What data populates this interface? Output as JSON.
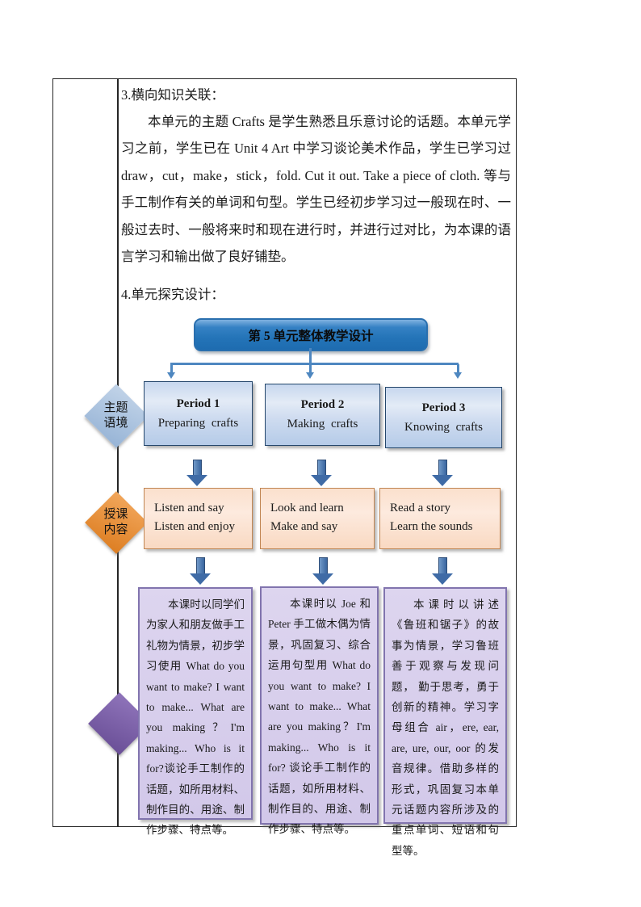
{
  "document": {
    "section3_heading": "3.横向知识关联：",
    "section3_paragraph": "本单元的主题 Crafts 是学生熟悉且乐意讨论的话题。本单元学习之前，学生已在 Unit 4 Art 中学习谈论美术作品，学生已学习过 draw，cut，make，stick，fold. Cut it out. Take a piece of cloth. 等与手工制作有关的单词和句型。学生已经初步学习过一般现在时、一般过去时、一般将来时和现在进行时，并进行过对比，为本课的语言学习和输出做了良好铺垫。",
    "section4_heading": "4.单元探究设计："
  },
  "diagram": {
    "title": "第 5 单元整体教学设计",
    "labels": {
      "theme": {
        "line1": "主题",
        "line2": "语境"
      },
      "content": {
        "line1": "授课",
        "line2": "内容"
      }
    },
    "periods": [
      {
        "title": "Period 1",
        "subtitle": "Preparing crafts"
      },
      {
        "title": "Period 2",
        "subtitle": "Making crafts"
      },
      {
        "title": "Period 3",
        "subtitle": "Knowing crafts"
      }
    ],
    "contents": [
      {
        "line1": "Listen and say",
        "line2": "Listen and enjoy"
      },
      {
        "line1": "Look and learn",
        "line2": "Make and say"
      },
      {
        "line1": "Read a story",
        "line2": "Learn the sounds"
      }
    ],
    "details": [
      "本课时以同学们为家人和朋友做手工礼物为情景，初步学习使用 What do you want to make? I want to make... What are you making？I'm making... Who is it for?谈论手工制作的话题，如所用材料、制作目的、用途、制作步骤、特点等。",
      "本课时以 Joe 和 Peter 手工做木偶为情景，巩固复习、综合运用句型用 What do you want to make? I want to make... What are you making？I'm making... Who is it for? 谈论手工制作的话题，如所用材料、制作目的、用途、制作步骤、特点等。",
      "本课时以讲述《鲁班和锯子》的故事为情景，学习鲁班善于观察与发现问题， 勤于思考，勇于创新的精神。学习字母组合 air，ere, ear, are, ure, our, oor 的发音规律。借助多样的形式，巩固复习本单元话题内容所涉及的重点单词、短语和句型等。"
    ],
    "colors": {
      "title_blue": "#2474b8",
      "connector_blue": "#4e87c0",
      "period_box_blue": "#b5cbe8",
      "content_box_peach": "#fbe0cd",
      "detail_box_purple": "#d2c8e9",
      "detail_border_purple": "#8174ae",
      "theme_diamond_blue": "#a6c1de",
      "content_diamond_orange": "#e98d3d",
      "bottom_diamond_purple": "#7a5ca8"
    }
  }
}
